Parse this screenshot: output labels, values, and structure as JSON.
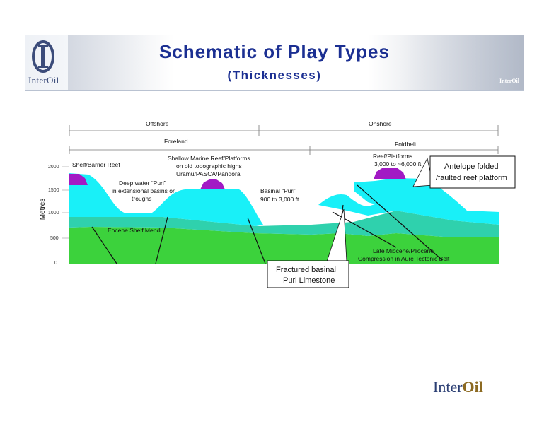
{
  "slide": {
    "title": "Schematic of Play Types",
    "subtitle": "(Thicknesses)"
  },
  "logo": {
    "text": "InterOil",
    "part1": "Inter",
    "part2": "Oil"
  },
  "banner_badge": "InterOil",
  "diagram": {
    "regions": {
      "offshore": "Offshore",
      "onshore": "Onshore",
      "foreland": "Foreland",
      "foldbelt": "Foldbelt"
    },
    "axis": {
      "ylabel": "Metres",
      "ticks": [
        "2000",
        "1500",
        "1000",
        "500",
        "0"
      ]
    },
    "labels": {
      "shelf_reef": "Shelf/Barrier Reef",
      "deep_water_1": "Deep water “Puri”",
      "deep_water_2": "in extensional basins or",
      "deep_water_3": "troughs",
      "shallow_1": "Shallow Marine Reef/Platforms",
      "shallow_2": "on old topographic highs",
      "shallow_3": "Uramu/PASCA/Pandora",
      "basinal_1": "Basinal “Puri”",
      "basinal_2": "900 to 3,000 ft",
      "reef_platforms_1": "Reef/Platforms",
      "reef_platforms_2": "3,000 to ~6,000 ft",
      "eocene": "Eocene Shelf Mendi",
      "miocene_1": "Late Miocene/Pliocene",
      "miocene_2": "Compression in Aure Tectonic Belt"
    },
    "callouts": {
      "antelope_1": "Antelope folded",
      "antelope_2": "/faulted reef platform",
      "fractured_1": "Fractured basinal",
      "fractured_2": "Puri Limestone"
    },
    "colors": {
      "cyan": "#19f0f8",
      "teal": "#2fd1ad",
      "green": "#3cd23c",
      "purple": "#a21ac4",
      "title_blue": "#1b2f92"
    }
  }
}
